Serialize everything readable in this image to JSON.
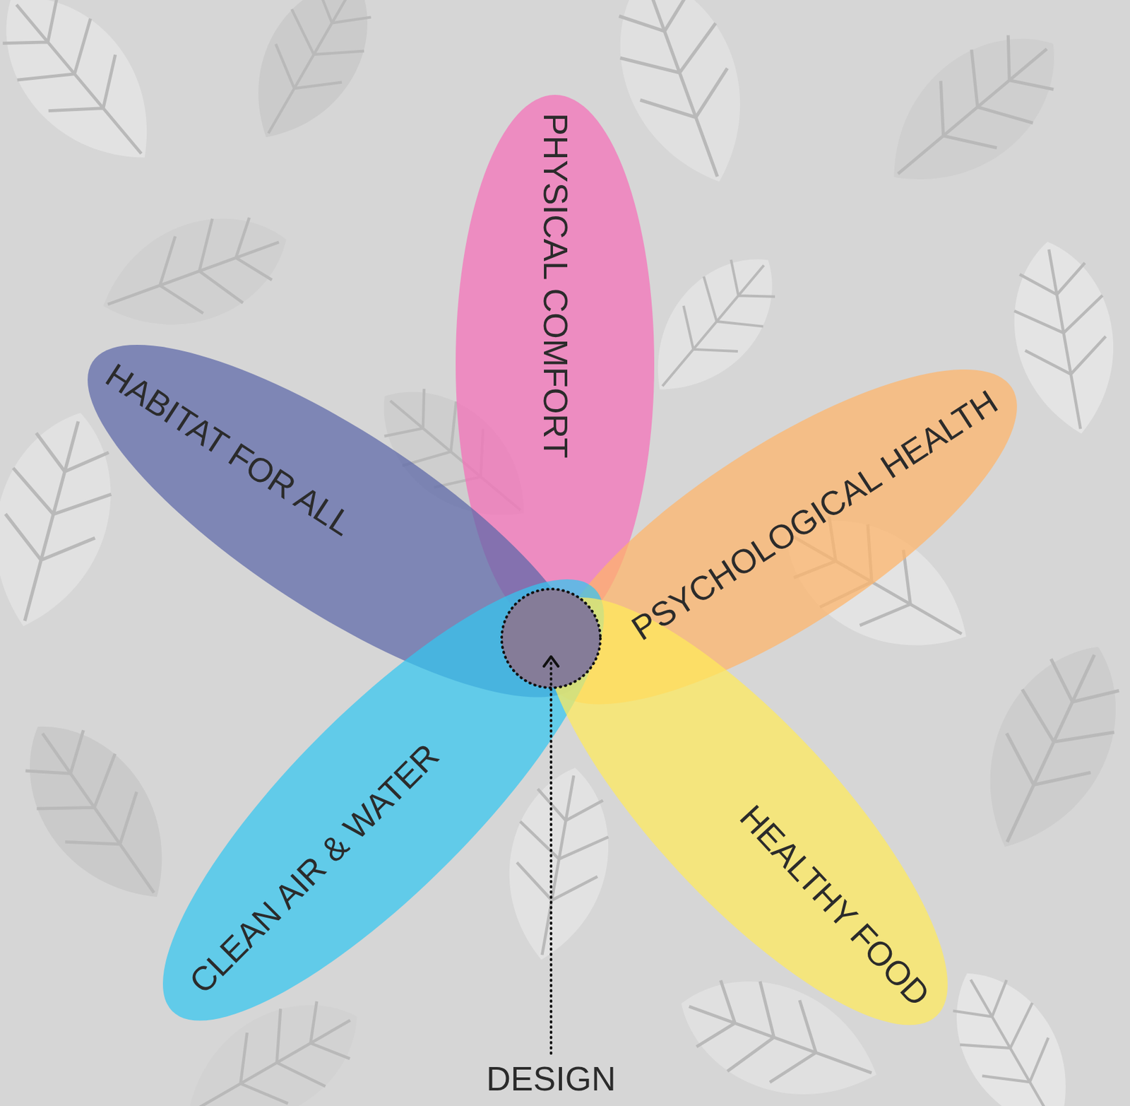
{
  "diagram": {
    "nodes": [
      {
        "text": [
          "PHYSICAL COMFORT"
        ]
      },
      {
        "text": [
          "HABITAT FOR ALL"
        ]
      },
      {
        "text": [
          "PSYCHOLOGICAL HEALTH"
        ]
      },
      {
        "text": [
          "CLEAN AIR & WATER"
        ]
      },
      {
        "text": [
          "HEALTHY FOOD"
        ]
      }
    ],
    "labels": [
      "DESIGN"
    ]
  }
}
